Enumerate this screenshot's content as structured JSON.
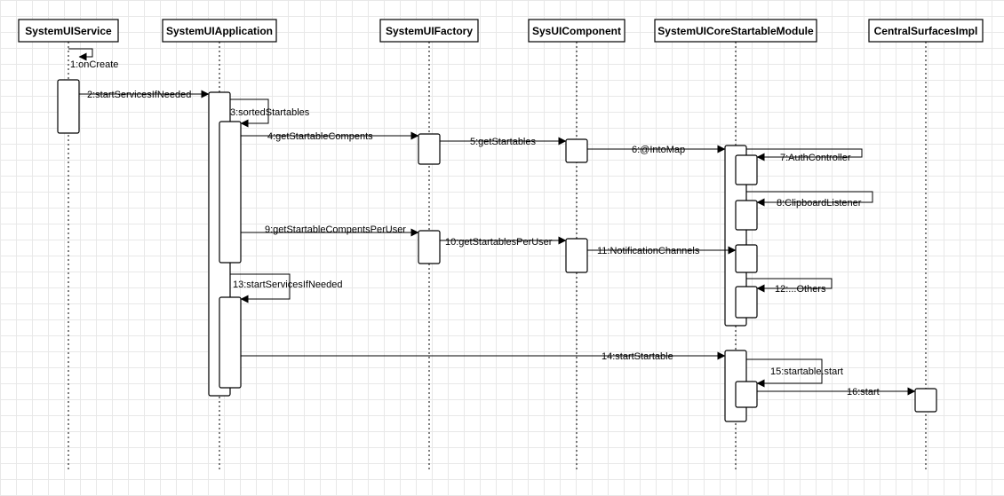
{
  "participants": [
    {
      "id": "svc",
      "label": "SystemUIService"
    },
    {
      "id": "app",
      "label": "SystemUIApplication"
    },
    {
      "id": "fac",
      "label": "SystemUIFactory"
    },
    {
      "id": "comp",
      "label": "SysUIComponent"
    },
    {
      "id": "core",
      "label": "SystemUICoreStartableModule"
    },
    {
      "id": "cent",
      "label": "CentralSurfacesImpl"
    }
  ],
  "messages": [
    {
      "id": "m1",
      "label": "1:onCreate"
    },
    {
      "id": "m2",
      "label": "2:startServicesIfNeeded"
    },
    {
      "id": "m3",
      "label": "3:sortedStartables"
    },
    {
      "id": "m4",
      "label": "4:getStartableCompents"
    },
    {
      "id": "m5",
      "label": "5:getStartables"
    },
    {
      "id": "m6",
      "label": "6:@IntoMap"
    },
    {
      "id": "m7",
      "label": "7:AuthController"
    },
    {
      "id": "m8",
      "label": "8:ClipboardListener"
    },
    {
      "id": "m9",
      "label": "9:getStartableCompentsPerUser"
    },
    {
      "id": "m10",
      "label": "10:getStartablesPerUser"
    },
    {
      "id": "m11",
      "label": "11:NotificationChannels"
    },
    {
      "id": "m12",
      "label": "12:...Others"
    },
    {
      "id": "m13",
      "label": "13:startServicesIfNeeded"
    },
    {
      "id": "m14",
      "label": "14:startStartable"
    },
    {
      "id": "m15",
      "label": "15:startable.start"
    },
    {
      "id": "m16",
      "label": "16:start"
    }
  ]
}
